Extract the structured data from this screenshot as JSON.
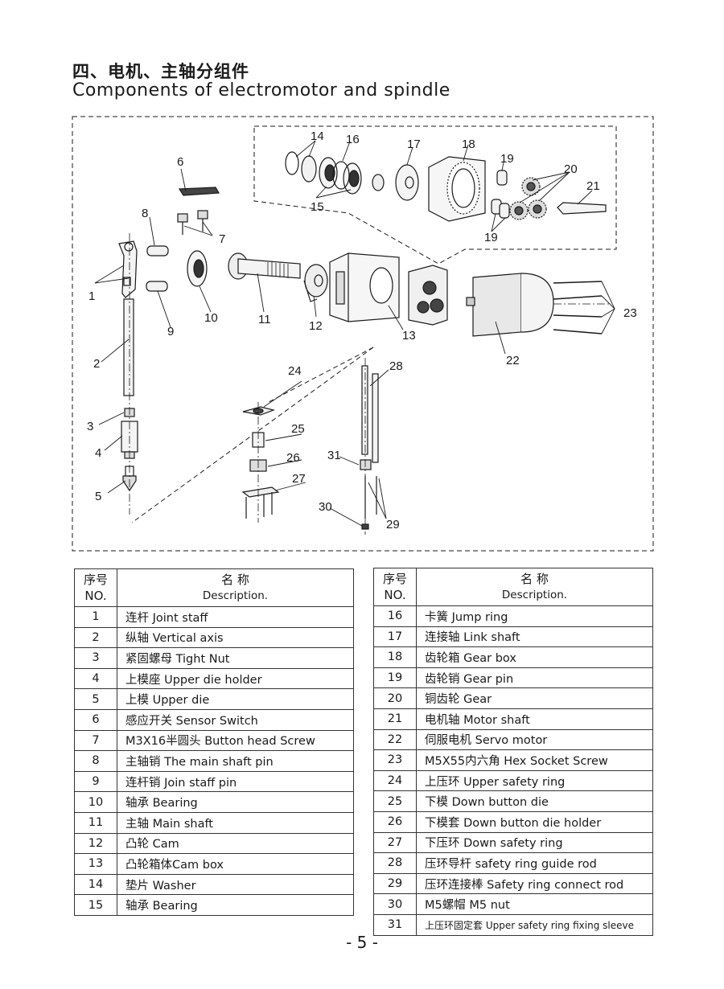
{
  "title_zh": "四、电机、主轴分组件",
  "title_en": "Components of electromotor and spindle",
  "callouts": [
    "1",
    "2",
    "3",
    "4",
    "5",
    "6",
    "7",
    "8",
    "9",
    "10",
    "11",
    "12",
    "13",
    "14",
    "15",
    "16",
    "17",
    "18",
    "19",
    "19",
    "20",
    "21",
    "22",
    "23",
    "24",
    "25",
    "26",
    "27",
    "28",
    "29",
    "30",
    "31"
  ],
  "table_header": {
    "no_zh": "序号",
    "no_en": "NO.",
    "desc_zh": "名 称",
    "desc_en": "Description."
  },
  "parts_left": [
    {
      "no": "1",
      "desc": "连杆 Joint staff"
    },
    {
      "no": "2",
      "desc": "纵轴 Vertical axis"
    },
    {
      "no": "3",
      "desc": "紧固螺母 Tight Nut"
    },
    {
      "no": "4",
      "desc": "上模座 Upper die holder"
    },
    {
      "no": "5",
      "desc": "上模 Upper die"
    },
    {
      "no": "6",
      "desc": "感应开关 Sensor Switch"
    },
    {
      "no": "7",
      "desc": "M3X16半圆头 Button head Screw"
    },
    {
      "no": "8",
      "desc": "主轴销 The main shaft pin"
    },
    {
      "no": "9",
      "desc": "连杆销 Join staff pin"
    },
    {
      "no": "10",
      "desc": "轴承 Bearing"
    },
    {
      "no": "11",
      "desc": "主轴 Main shaft"
    },
    {
      "no": "12",
      "desc": "凸轮 Cam"
    },
    {
      "no": "13",
      "desc": "凸轮箱体Cam box"
    },
    {
      "no": "14",
      "desc": "垫片 Washer"
    },
    {
      "no": "15",
      "desc": "轴承 Bearing"
    }
  ],
  "parts_right": [
    {
      "no": "16",
      "desc": "卡簧 Jump ring"
    },
    {
      "no": "17",
      "desc": "连接轴 Link shaft"
    },
    {
      "no": "18",
      "desc": "齿轮箱 Gear box"
    },
    {
      "no": "19",
      "desc": "齿轮销 Gear pin"
    },
    {
      "no": "20",
      "desc": "铜齿轮 Gear"
    },
    {
      "no": "21",
      "desc": "电机轴 Motor shaft"
    },
    {
      "no": "22",
      "desc": "伺服电机 Servo motor"
    },
    {
      "no": "23",
      "desc": "M5X55内六角 Hex Socket Screw"
    },
    {
      "no": "24",
      "desc": "上压环 Upper safety ring"
    },
    {
      "no": "25",
      "desc": "下模 Down button die"
    },
    {
      "no": "26",
      "desc": "下模套 Down button die holder"
    },
    {
      "no": "27",
      "desc": "下压环 Down safety ring"
    },
    {
      "no": "28",
      "desc": "压环导杆 safety ring guide rod"
    },
    {
      "no": "29",
      "desc": "压环连接棒 Safety ring connect rod"
    },
    {
      "no": "30",
      "desc": "M5螺帽 M5 nut"
    },
    {
      "no": "31",
      "desc": "上压环固定套 Upper safety ring fixing sleeve"
    }
  ],
  "page_number": "- 5 -"
}
